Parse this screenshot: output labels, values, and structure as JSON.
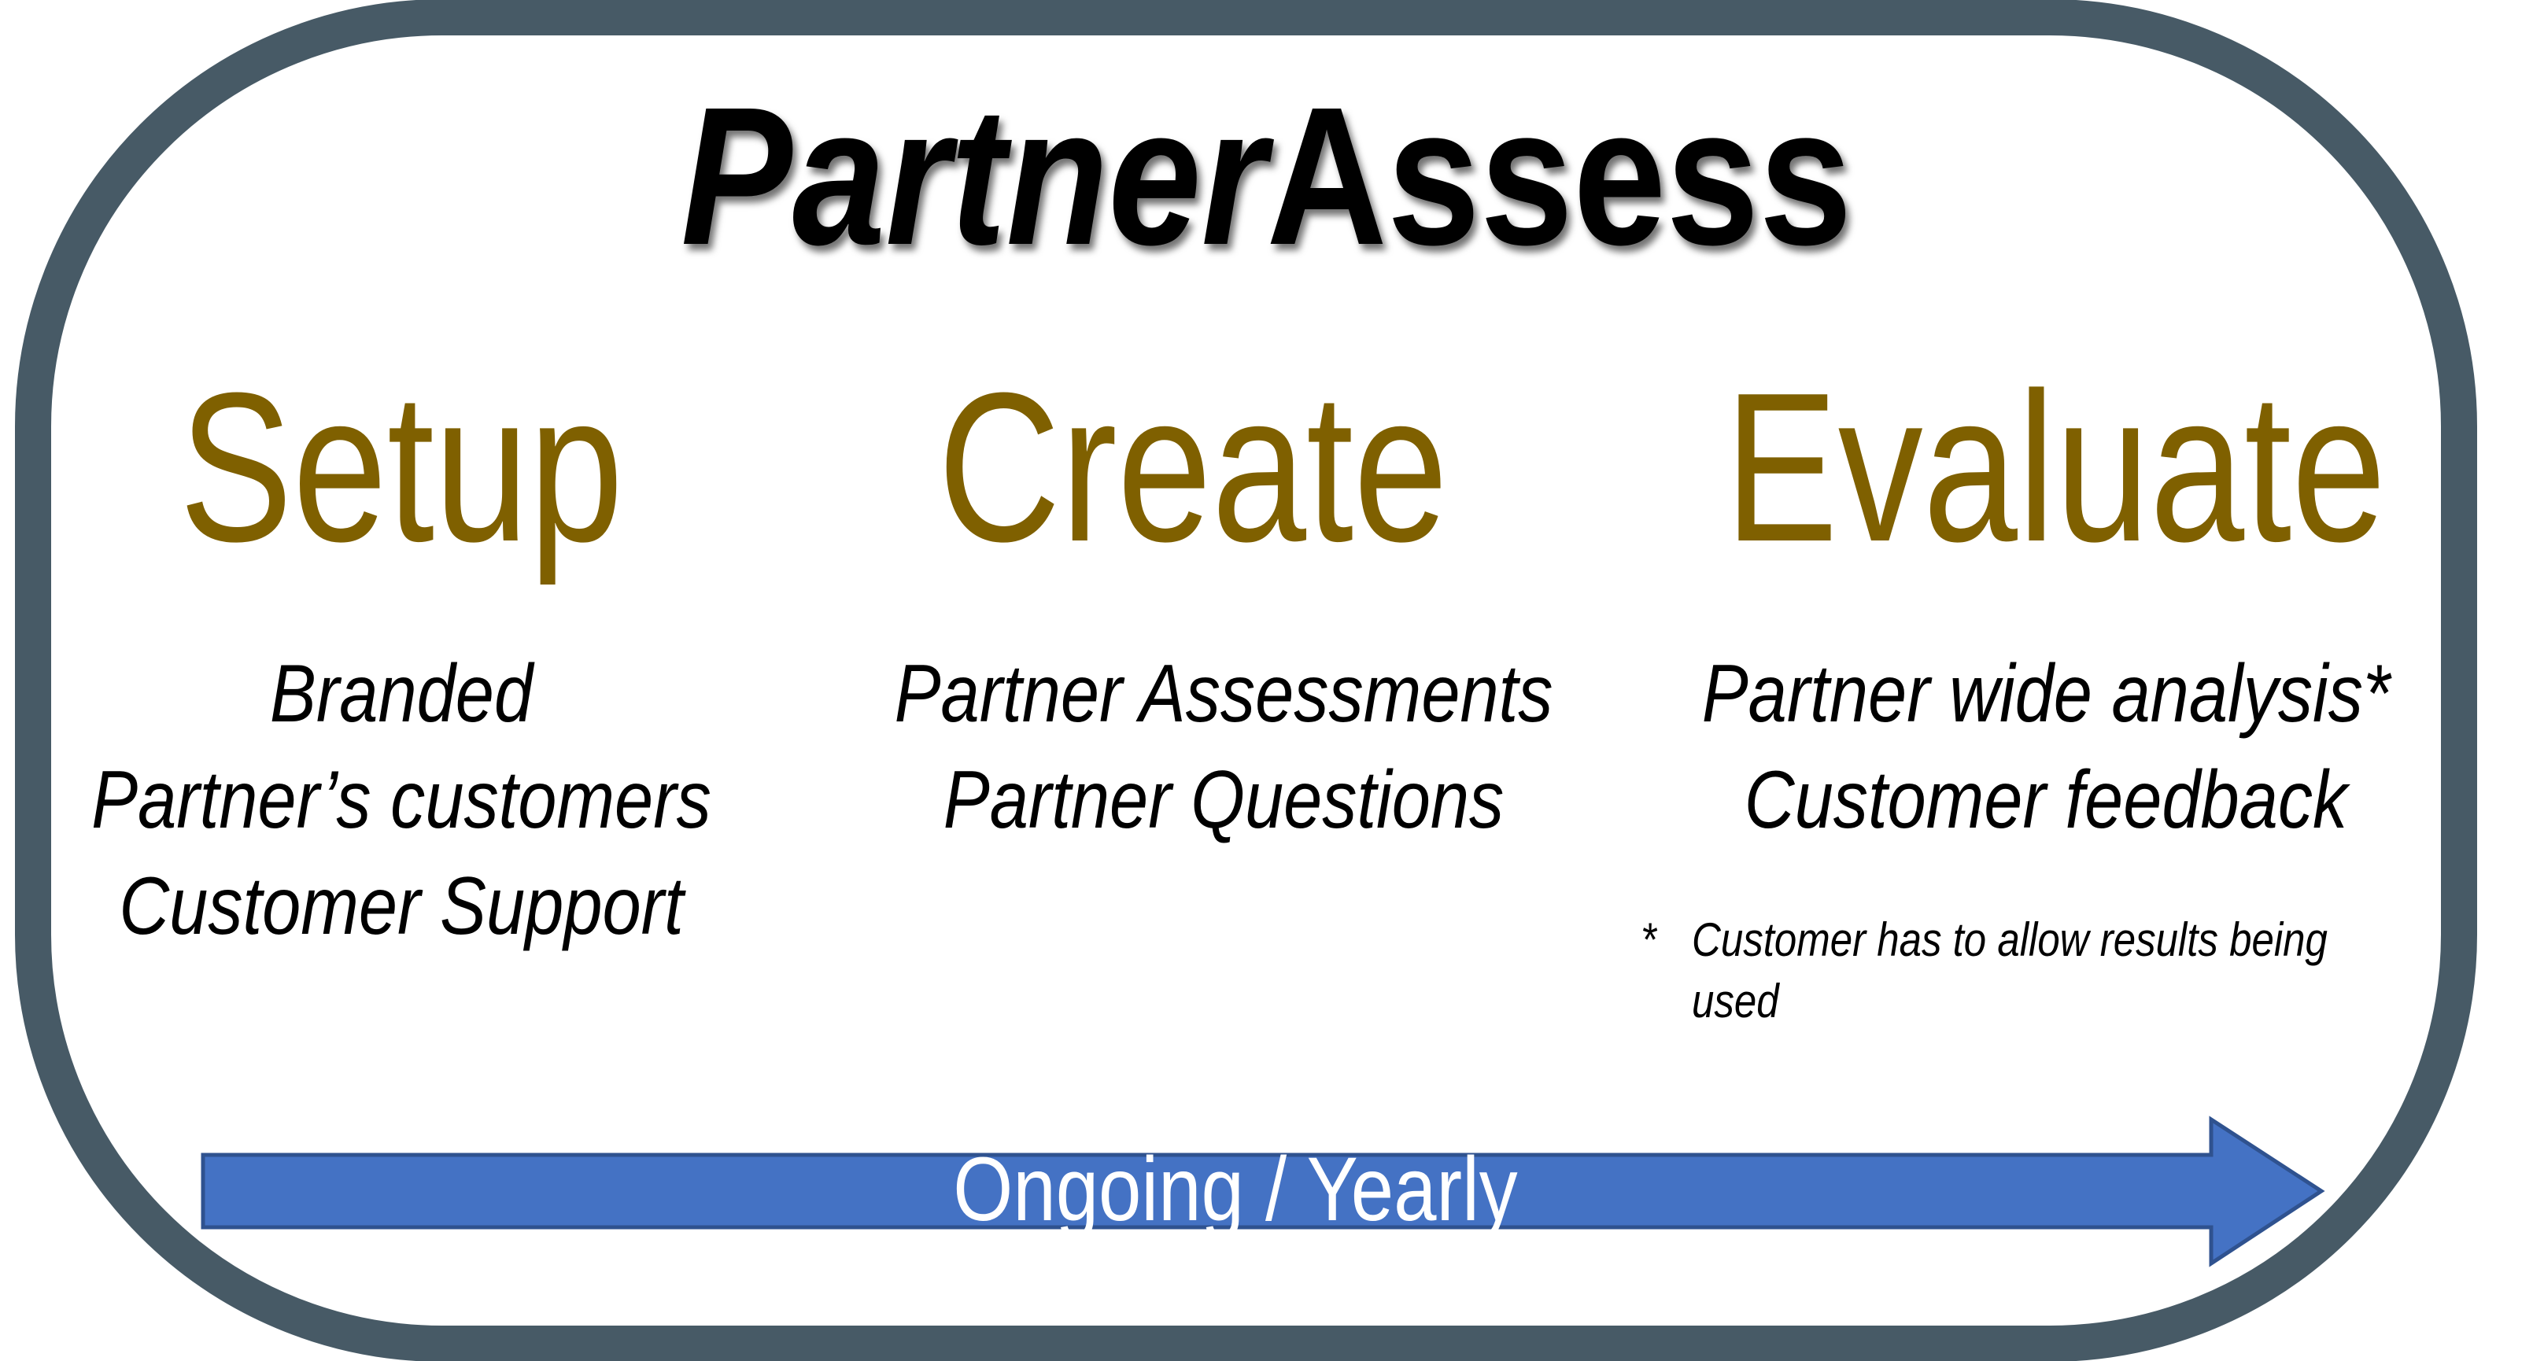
{
  "title": {
    "part1": "Partner",
    "part2": "Assess"
  },
  "columns": [
    {
      "heading": "Setup",
      "items": [
        "Branded",
        "Partner’s customers",
        "Customer Support"
      ]
    },
    {
      "heading": "Create",
      "items": [
        "Partner Assessments",
        "Partner Questions"
      ]
    },
    {
      "heading": "Evaluate",
      "items": [
        "Partner wide analysis*",
        "Customer feedback"
      ]
    }
  ],
  "footnote": {
    "marker": "*",
    "line1": "Customer has to allow results being",
    "line2": "used"
  },
  "arrow": {
    "label": "Ongoing / Yearly"
  },
  "colors": {
    "frame": "#475A66",
    "heading": "#7F6000",
    "arrow": "#4472C4",
    "arrow_outline": "#2F528F"
  }
}
